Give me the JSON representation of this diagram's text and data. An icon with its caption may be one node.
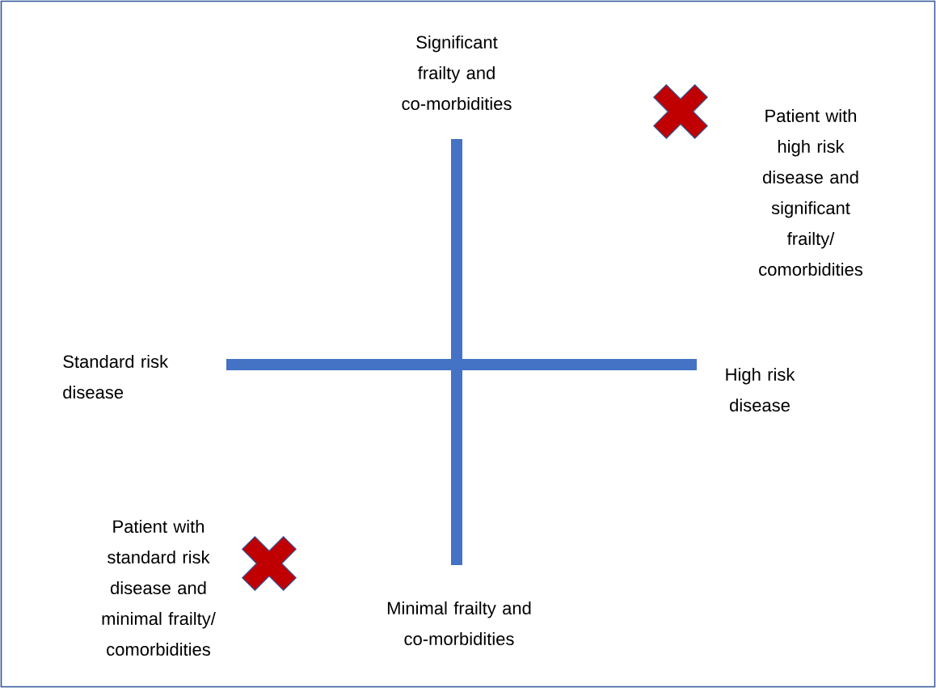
{
  "diagram": {
    "nodes": [
      {
        "text": [],
        "shape": "cross",
        "beside": [
          "Patient with high risk disease and significant frailty/ comorbidities"
        ]
      },
      {
        "text": [],
        "shape": "cross",
        "beside": [
          "Patient with standard risk disease and minimal frailty/ comorbidities"
        ]
      }
    ],
    "labels": [
      "Significant frailty and co-morbidities",
      "Standard risk disease",
      "High risk disease",
      "Minimal frailty and co-morbidities"
    ]
  }
}
